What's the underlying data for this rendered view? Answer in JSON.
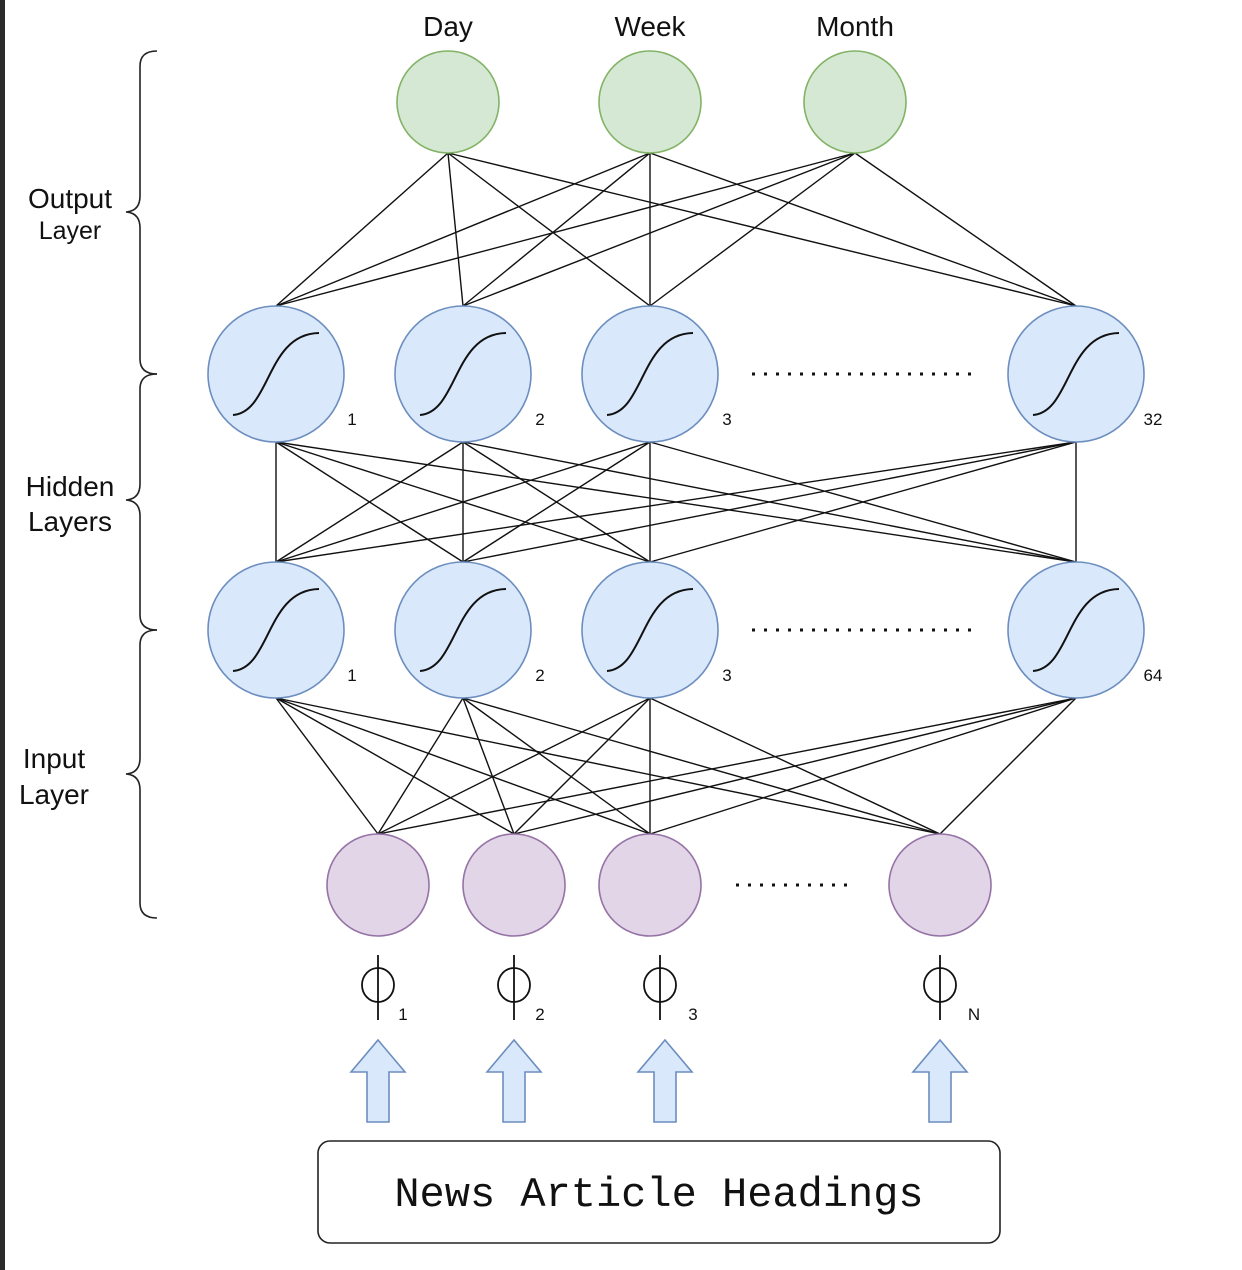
{
  "output_labels": [
    "Day",
    "Week",
    "Month"
  ],
  "side_labels": {
    "output": [
      "Output",
      "Layer"
    ],
    "hidden": [
      "Hidden",
      "Layers"
    ],
    "input": [
      "Input",
      "Layer"
    ]
  },
  "hidden1_indices": [
    "1",
    "2",
    "3",
    "32"
  ],
  "hidden2_indices": [
    "1",
    "2",
    "3",
    "64"
  ],
  "phi_symbol": "Φ",
  "phi_subscripts": [
    "1",
    "2",
    "3",
    "N"
  ],
  "input_box_label": "News Article Headings",
  "colors": {
    "output_fill": "#d5e8d4",
    "output_stroke": "#82b366",
    "hidden_fill": "#dae8fc",
    "hidden_stroke": "#6c8ebf",
    "input_fill": "#e1d5e7",
    "input_stroke": "#9673a6",
    "arrow_fill": "#dae8fc",
    "arrow_stroke": "#6c8ebf"
  }
}
